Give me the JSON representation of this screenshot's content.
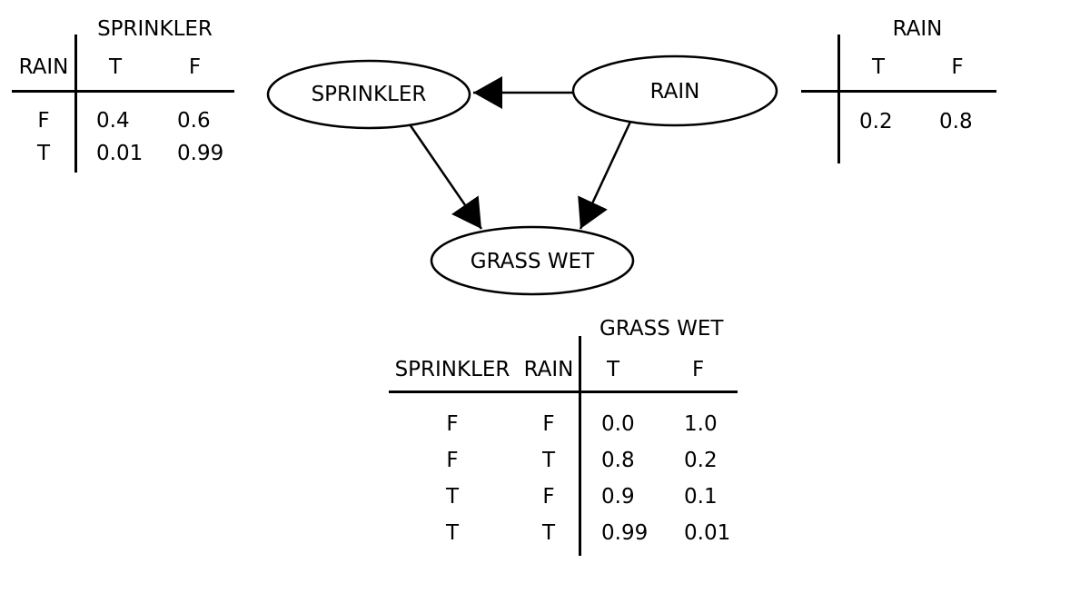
{
  "figure": {
    "background": "#ffffff",
    "ink": "#000000"
  },
  "network": {
    "nodes": [
      {
        "label": "SPRINKLER"
      },
      {
        "label": "RAIN"
      },
      {
        "label": "GRASS WET"
      }
    ],
    "edges": [
      {
        "from": "RAIN",
        "to": "SPRINKLER"
      },
      {
        "from": "SPRINKLER",
        "to": "GRASS WET"
      },
      {
        "from": "RAIN",
        "to": "GRASS WET"
      }
    ]
  },
  "sprinkler_cpt": {
    "title": "SPRINKLER",
    "row_axis": "RAIN",
    "cols": [
      "T",
      "F"
    ],
    "rows": [
      {
        "rain": "F",
        "t": "0.4",
        "f": "0.6"
      },
      {
        "rain": "T",
        "t": "0.01",
        "f": "0.99"
      }
    ]
  },
  "rain_cpt": {
    "title": "RAIN",
    "cols": [
      "T",
      "F"
    ],
    "values": [
      "0.2",
      "0.8"
    ]
  },
  "grass_wet_cpt": {
    "title": "GRASS WET",
    "cols": [
      "SPRINKLER",
      "RAIN",
      "T",
      "F"
    ],
    "rows": [
      {
        "sprinkler": "F",
        "rain": "F",
        "t": "0.0",
        "f": "1.0"
      },
      {
        "sprinkler": "F",
        "rain": "T",
        "t": "0.8",
        "f": "0.2"
      },
      {
        "sprinkler": "T",
        "rain": "F",
        "t": "0.9",
        "f": "0.1"
      },
      {
        "sprinkler": "T",
        "rain": "T",
        "t": "0.99",
        "f": "0.01"
      }
    ]
  }
}
